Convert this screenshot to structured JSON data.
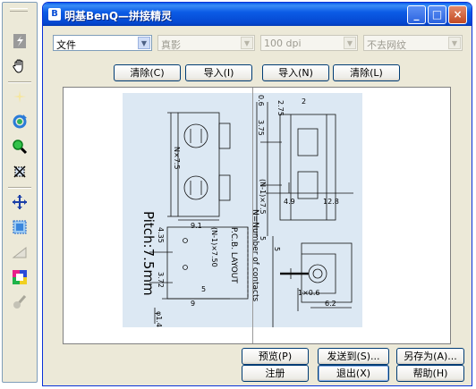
{
  "window": {
    "title": "明基BenQ—拼接精灵"
  },
  "toolbar_icons": [
    "scan-icon",
    "hand-icon",
    "sparkle-icon",
    "rotate-icon",
    "zoom-icon",
    "crop-icon",
    "move-icon",
    "select-grid-icon",
    "measure-icon",
    "color-icon",
    "brush-icon"
  ],
  "selects": {
    "source": "文件",
    "scanner": "真影",
    "dpi": "100 dpi",
    "network": "不去网纹"
  },
  "buttons": {
    "clear_left": "清除(C)",
    "import_left": "导入(I)",
    "import_right": "导入(N)",
    "clear_right": "清除(L)",
    "preview": "预览(P)",
    "send_to": "发送到(S)...",
    "save_as": "另存为(A)...",
    "register": "注册",
    "exit": "退出(X)",
    "help": "帮助(H)"
  },
  "drawing": {
    "pitch": "Pitch:7.5mm",
    "nx75": "N×7.5",
    "d91": "9.1",
    "pcb": "P.C.B. LAYOUT",
    "n1x750": "(N-1)×7.50",
    "d435": "4.35",
    "d372": "3.72",
    "d5a": "5",
    "d9": "9",
    "phi14": "φ1.4",
    "contacts": "N=Number of contacts",
    "d06": "0.6",
    "d275": "2.75",
    "d2": "2",
    "d375": "3.75",
    "n1x75": "(N-1)×7.5",
    "d49": "4.9",
    "d128": "12.8",
    "d5b": "5",
    "d5c": "5",
    "d1x06": "1×0.6",
    "d62": "6.2"
  },
  "colors": {
    "title_bar": "#0a5ee8",
    "window_bg": "#ece9d8",
    "drawing_bg": "#dce8f3"
  }
}
